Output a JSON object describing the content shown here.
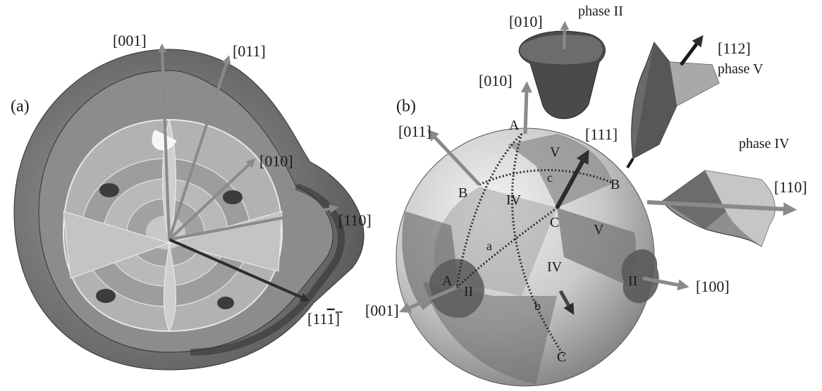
{
  "panel_a": {
    "label": "(a)",
    "axes": {
      "a001": "[001]",
      "a011": "[011]",
      "a010": "[010]",
      "a110": "[110]",
      "a111bar_prefix": "[11",
      "a111bar_digit": "1",
      "a111bar_suffix": "]"
    }
  },
  "panel_b": {
    "label": "(b)",
    "axes": {
      "b010": "[010]",
      "b011": "[011]",
      "b111": "[111]",
      "b001": "[001]",
      "b100": "[100]"
    },
    "points": {
      "A": "A",
      "B": "B",
      "C": "C"
    },
    "arcs": {
      "a": "a",
      "b": "b",
      "c": "c"
    },
    "regions": {
      "II": "II",
      "IV": "IV",
      "V": "V"
    },
    "insets": {
      "phase2_axis": "[010]",
      "phase2_name": "phase II",
      "phase5_axis": "[112]",
      "phase5_name": "phase V",
      "phase4_name": "phase IV",
      "phase4_axis": "[110]"
    }
  }
}
